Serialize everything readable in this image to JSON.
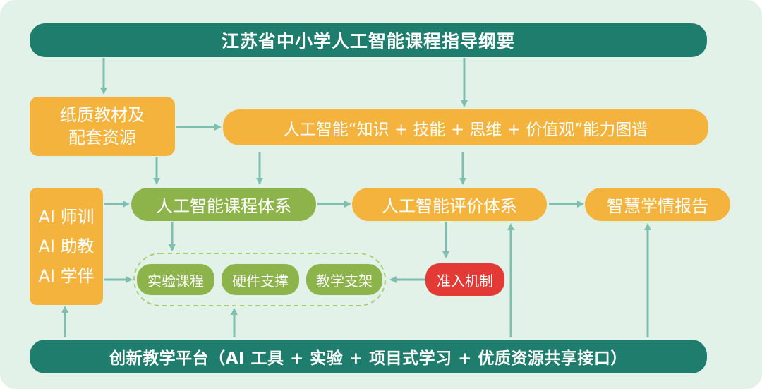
{
  "header": {
    "title": "江苏省中小学人工智能课程指导纲要"
  },
  "textbook": {
    "line1": "纸质教材及",
    "line2": "配套资源"
  },
  "ability_map": {
    "label": "人工智能“知识 + 技能 + 思维 + 价值观”能力图谱"
  },
  "ai_roles": {
    "items": [
      "AI 师训",
      "AI 助教",
      "AI 学伴"
    ]
  },
  "curriculum_system": {
    "label": "人工智能课程体系"
  },
  "evaluation_system": {
    "label": "人工智能评价体系"
  },
  "report": {
    "label": "智慧学情报告"
  },
  "supports": {
    "items": [
      "实验课程",
      "硬件支撑",
      "教学支架"
    ]
  },
  "access": {
    "label": "准入机制"
  },
  "platform": {
    "label": "创新教学平台（AI 工具 + 实验 + 项目式学习 + 优质资源共享接口）"
  },
  "colors": {
    "teal": "#1f7d6e",
    "orange": "#f4b33c",
    "green": "#8db44a",
    "red": "#e33a35",
    "arrow": "#7fbfb0",
    "background": "#e3f2e8"
  }
}
